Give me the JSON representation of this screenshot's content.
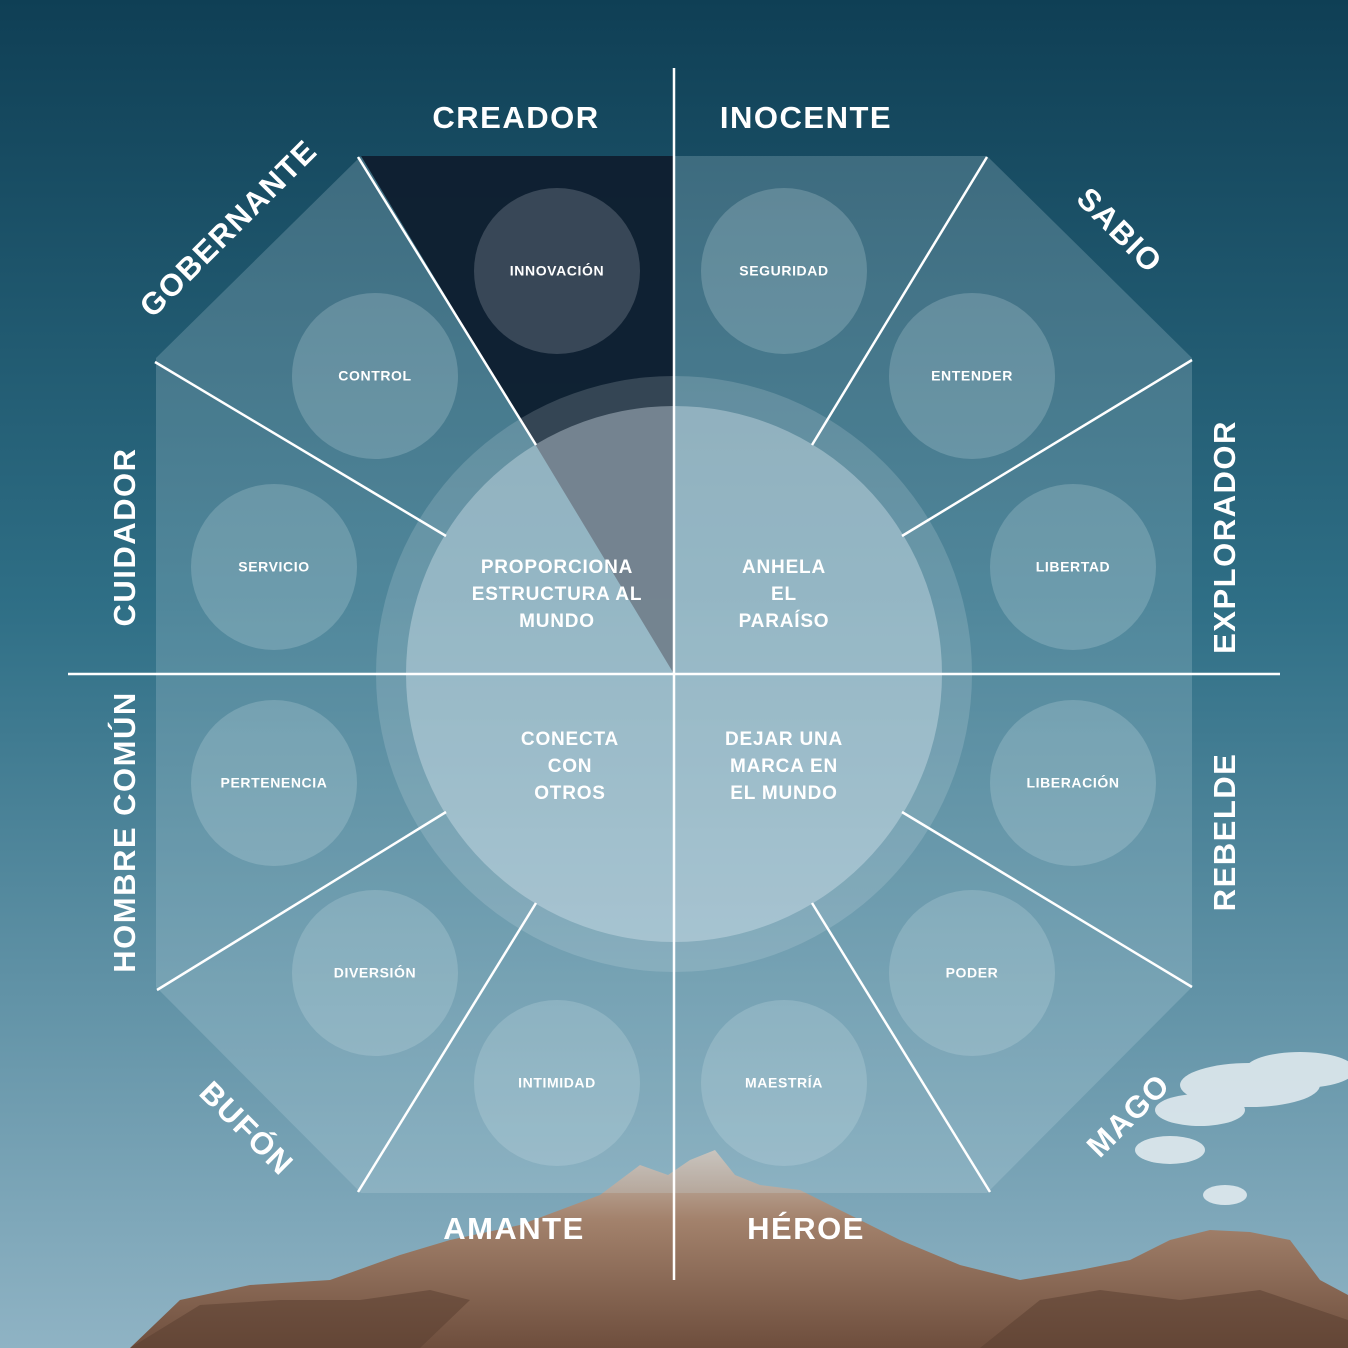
{
  "archetypes": {
    "creador": "CREADOR",
    "inocente": "INOCENTE",
    "sabio": "SABIO",
    "explorador": "EXPLORADOR",
    "rebelde": "REBELDE",
    "mago": "MAGO",
    "heroe": "HÉROE",
    "amante": "AMANTE",
    "bufon": "BUFÓN",
    "hombre_comun": "HOMBRE COMÚN",
    "cuidador": "CUIDADOR",
    "gobernante": "GOBERNANTE"
  },
  "values": {
    "innovacion": "INNOVACIÓN",
    "seguridad": "SEGURIDAD",
    "entender": "ENTENDER",
    "libertad": "LIBERTAD",
    "liberacion": "LIBERACIÓN",
    "poder": "PODER",
    "maestria": "MAESTRÍA",
    "intimidad": "INTIMIDAD",
    "diversion": "DIVERSIÓN",
    "pertenencia": "PERTENENCIA",
    "servicio": "SERVICIO",
    "control": "CONTROL"
  },
  "quadrants": {
    "top_left": [
      "PROPORCIONA",
      "ESTRUCTURA AL",
      "MUNDO"
    ],
    "top_right": [
      "ANHELA",
      "EL",
      "PARAÍSO"
    ],
    "bottom_left": [
      "CONECTA",
      "CON",
      "OTROS"
    ],
    "bottom_right": [
      "DEJAR UNA",
      "MARCA EN",
      "EL MUNDO"
    ]
  },
  "colors": {
    "sky_top": "#0f3f55",
    "sky_bottom": "#8fb3c4",
    "highlight_segment": "#0b1a2b",
    "mountain": "#8f6f5a"
  }
}
